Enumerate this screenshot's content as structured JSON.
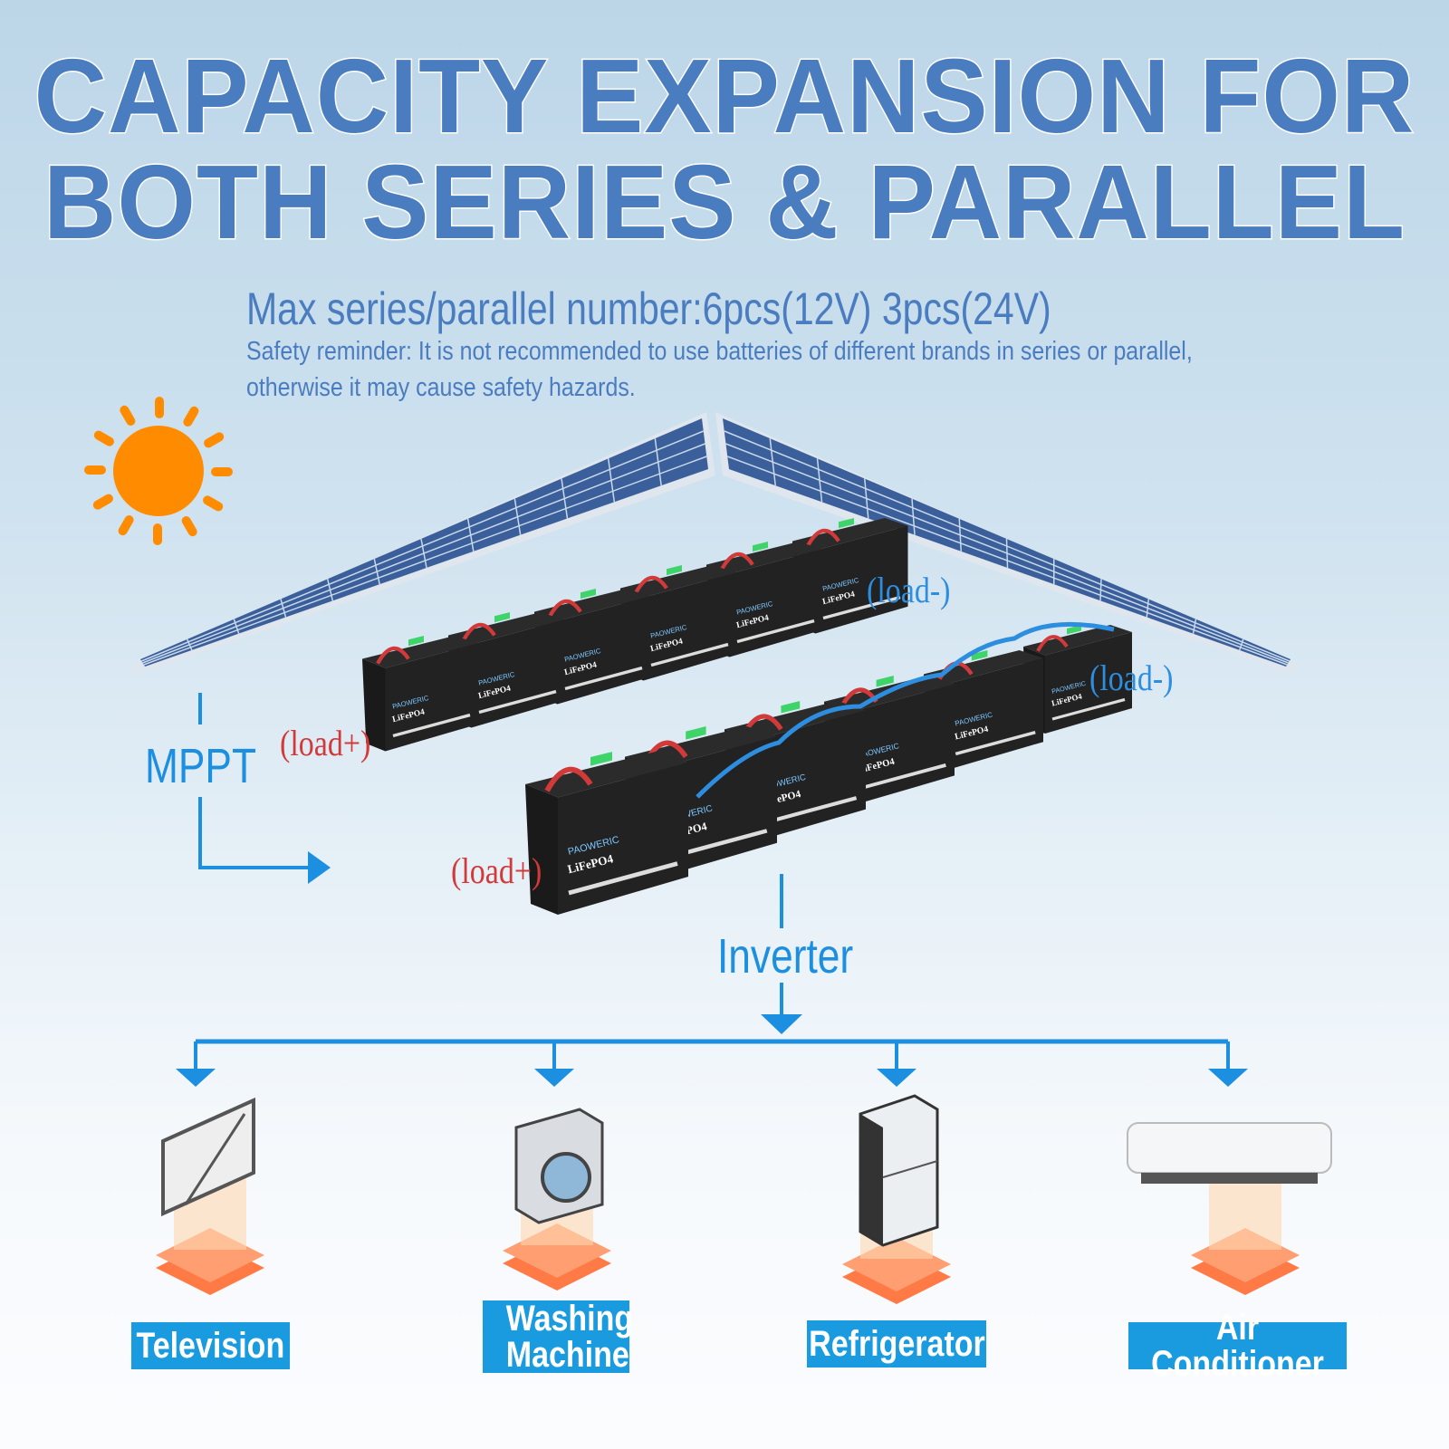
{
  "title": {
    "line1": "CAPACITY EXPANSION FOR",
    "line2": "BOTH SERIES & PARALLEL"
  },
  "subtitle": "Max series/parallel number:6pcs(12V) 3pcs(24V)",
  "safety": {
    "line1": "Safety reminder: It is not recommended to use batteries of different brands in series or parallel,",
    "line2": "otherwise it may cause safety hazards."
  },
  "diagram": {
    "mppt_label": "MPPT",
    "inverter_label": "Inverter",
    "load_labels": {
      "row1_plus": "(load+)",
      "row1_minus": "(load-)",
      "row2_plus": "(load+)",
      "row2_minus": "(load-)"
    },
    "battery_brand": "PAOWERIC",
    "battery_chem": "LiFePO4",
    "row1_count": 6,
    "row2_count": 6
  },
  "appliances": [
    {
      "label": "Television",
      "icon": "television-icon"
    },
    {
      "label": "Washing Machine",
      "icon": "washing-machine-icon"
    },
    {
      "label": "Refrigerator",
      "icon": "refrigerator-icon"
    },
    {
      "label": "Air Conditioner",
      "icon": "air-conditioner-icon"
    }
  ],
  "colors": {
    "title": "#4a7cc0",
    "flow": "#1c8fe0",
    "label_bg": "#1a9be0",
    "sun": "#ff8c00",
    "positive": "#d23a3a",
    "negative": "#2d8ee0"
  }
}
